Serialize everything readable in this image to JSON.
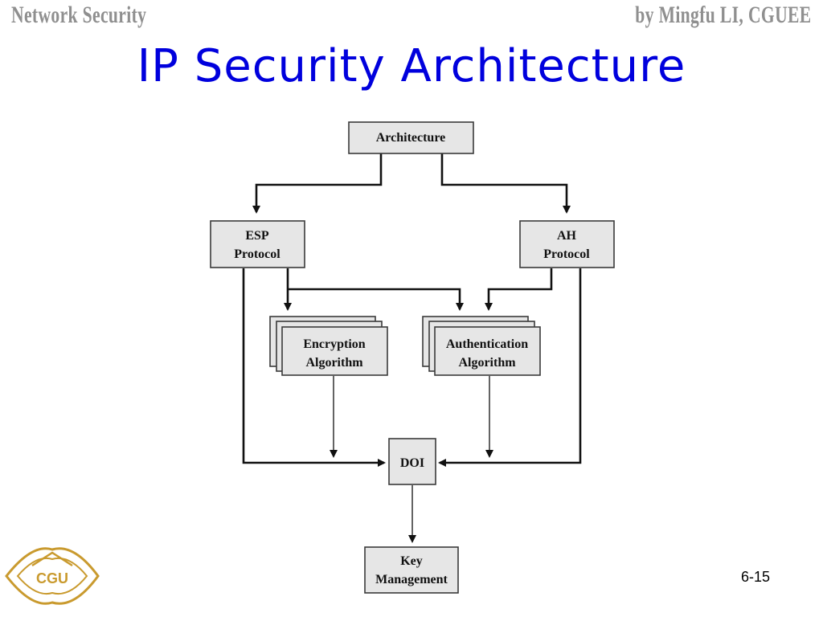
{
  "header": {
    "left": "Network Security",
    "right": "by Mingfu LI, CGUEE"
  },
  "title": "IP Security Architecture",
  "slide_number": "6-15",
  "logo": {
    "text": "CGU",
    "color": "#c99a2e"
  },
  "diagram": {
    "nodes": {
      "architecture": "Architecture",
      "esp_line1": "ESP",
      "esp_line2": "Protocol",
      "ah_line1": "AH",
      "ah_line2": "Protocol",
      "encryption_line1": "Encryption",
      "encryption_line2": "Algorithm",
      "authentication_line1": "Authentication",
      "authentication_line2": "Algorithm",
      "doi": "DOI",
      "key_line1": "Key",
      "key_line2": "Management"
    }
  }
}
